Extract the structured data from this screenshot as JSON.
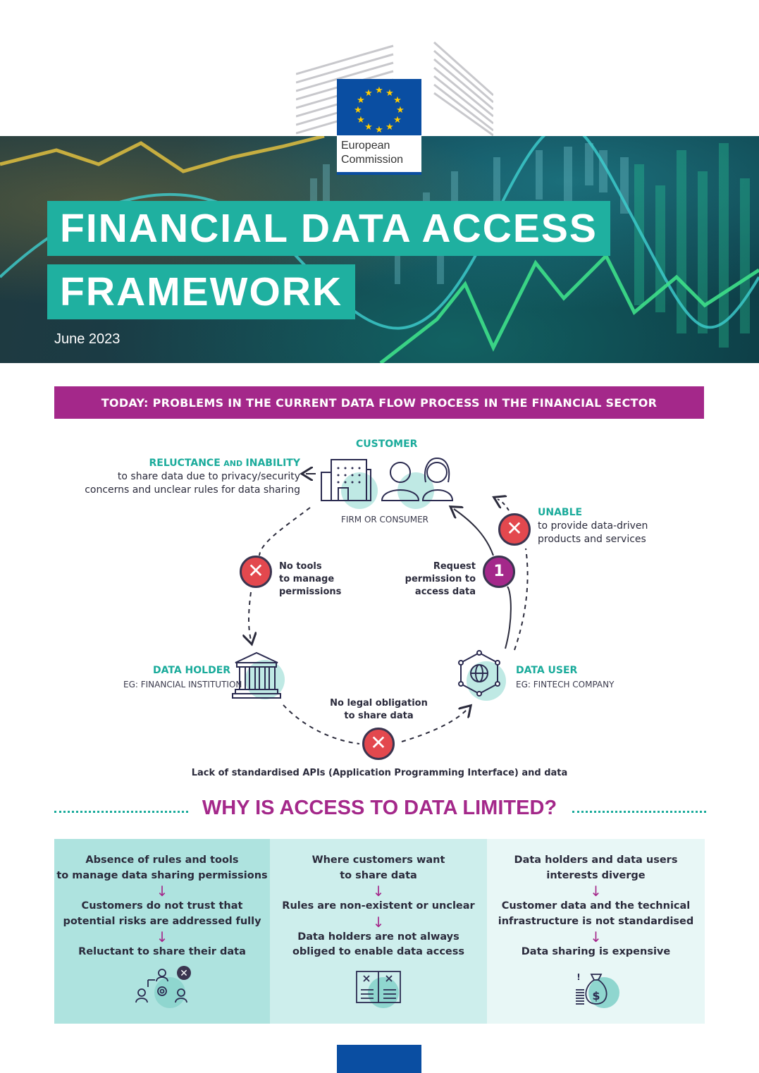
{
  "logo": {
    "line1": "European",
    "line2": "Commission",
    "flag_color": "#0a4ea2",
    "star_color": "#ffcc00"
  },
  "hero": {
    "title_line1": "FINANCIAL DATA ACCESS",
    "title_line2": "FRAMEWORK",
    "date": "June 2023",
    "accent_color": "#1fb0a0"
  },
  "banner": {
    "text": "TODAY: PROBLEMS IN THE CURRENT DATA FLOW PROCESS IN THE FINANCIAL SECTOR",
    "color": "#a4288a"
  },
  "diagram": {
    "customer": {
      "title": "CUSTOMER",
      "subtitle": "FIRM OR CONSUMER",
      "icons": [
        "building-icon",
        "people-icon"
      ]
    },
    "reluctance": {
      "title": "RELUCTANCE",
      "and": "AND",
      "title2": "INABILITY",
      "line1": "to share data due to privacy/security",
      "line2": "concerns and unclear rules for data sharing"
    },
    "unable": {
      "title": "UNABLE",
      "line1": "to provide data-driven",
      "line2": "products and services"
    },
    "no_tools": {
      "line1": "No tools",
      "line2": "to manage",
      "line3": "permissions"
    },
    "request": {
      "number": "1",
      "line1": "Request",
      "line2": "permission to",
      "line3": "access data"
    },
    "data_holder": {
      "title": "DATA HOLDER",
      "subtitle": "EG: FINANCIAL INSTITUTION"
    },
    "data_user": {
      "title": "DATA USER",
      "subtitle": "EG: FINTECH COMPANY"
    },
    "no_legal": {
      "line1": "No legal obligation",
      "line2": "to share data"
    },
    "lack": "Lack of standardised APIs (Application Programming Interface) and data",
    "x_symbol": "✕",
    "x_color": "#e3484e",
    "teal_color": "#1aab9b"
  },
  "why": {
    "title": "WHY IS ACCESS TO DATA LIMITED?",
    "arrow": "↓",
    "columns": [
      {
        "a1": "Absence of rules and tools",
        "a2": "to manage data sharing permissions",
        "b1": "Customers do not trust that",
        "b2": "potential risks are addressed fully",
        "c1": "Reluctant to share their data",
        "icon": "people-network-icon"
      },
      {
        "a1": "Where customers want",
        "a2": "to share data",
        "b1": "Rules are non-existent or unclear",
        "c1": "Data holders are not always",
        "c2": "obliged to enable data access",
        "icon": "open-book-icon"
      },
      {
        "a1": "Data holders and data users",
        "a2": "interests diverge",
        "b1": "Customer data and the technical",
        "b2": "infrastructure is not standardised",
        "c1": "Data sharing is expensive",
        "icon": "money-bag-icon"
      }
    ]
  }
}
